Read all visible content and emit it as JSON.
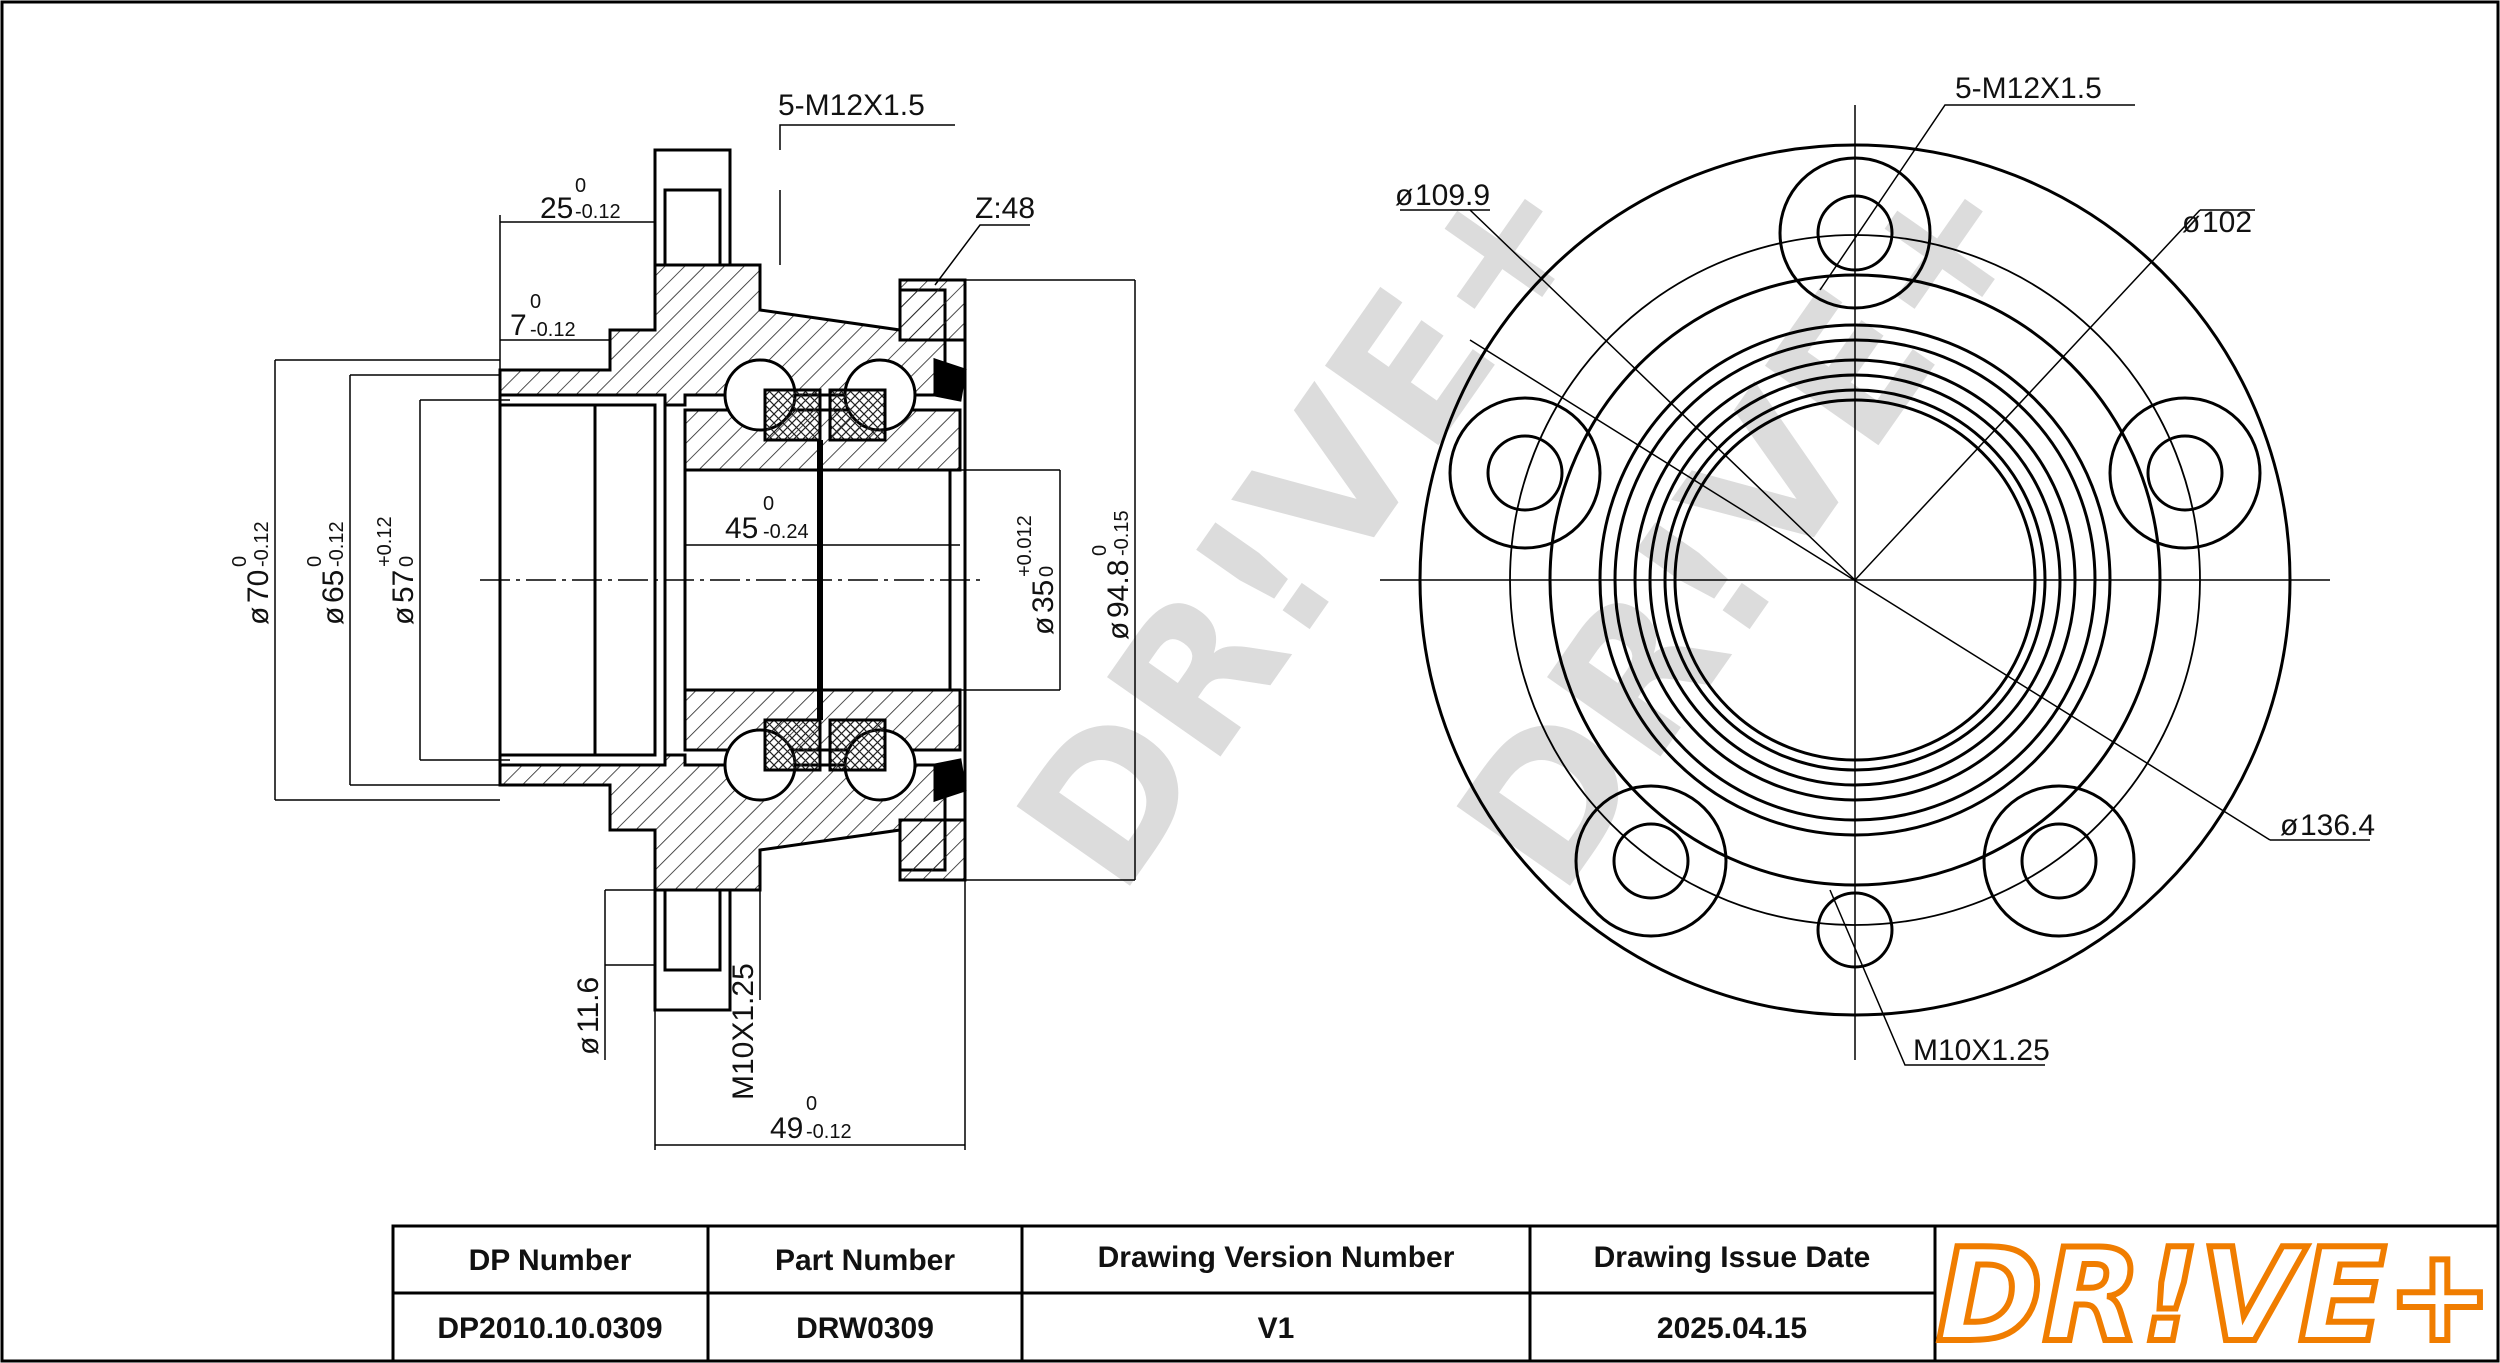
{
  "side_view": {
    "thread_top": "5-M12X1.5",
    "dim_25": "25",
    "dim_25_sup": "0",
    "dim_25_sub": "-0.12",
    "chamfer": "Z:48",
    "dim_7": "7",
    "dim_7_sup": "0",
    "dim_7_sub": "-0.12",
    "dia_70": "70",
    "dia_70_sup": "0",
    "dia_70_sub": "-0.12",
    "dia_65": "65",
    "dia_65_sup": "0",
    "dia_65_sub": "-0.12",
    "dia_57": "57",
    "dia_57_sup": "+0.12",
    "dia_57_sub": "0",
    "dim_45": "45",
    "dim_45_sup": "0",
    "dim_45_sub": "-0.24",
    "dia_35": "35",
    "dia_35_sup": "+0.012",
    "dia_35_sub": "0",
    "dia_94": "94.8",
    "dia_94_sup": "0",
    "dia_94_sub": "-0.15",
    "dia_11": "11.6",
    "thread_bottom": "M10X1.25",
    "dim_49": "49",
    "dim_49_sup": "0",
    "dim_49_sub": "-0.12",
    "dia_symbol": "ø"
  },
  "front_view": {
    "thread_top": "5-M12X1.5",
    "dia_109": "109.9",
    "dia_102": "102",
    "dia_136": "136.4",
    "thread_bottom": "M10X1.25",
    "dia_symbol": "ø"
  },
  "title_block": {
    "headers": [
      "DP Number",
      "Part Number",
      "Drawing Version Number",
      "Drawing Issue Date"
    ],
    "values": [
      "DP2010.10.0309",
      "DRW0309",
      "V1",
      "2025.04.15"
    ]
  },
  "logo": {
    "text": "DR!VE+",
    "color": "#f07d00"
  },
  "watermark": {
    "text": "DR!VE+"
  }
}
